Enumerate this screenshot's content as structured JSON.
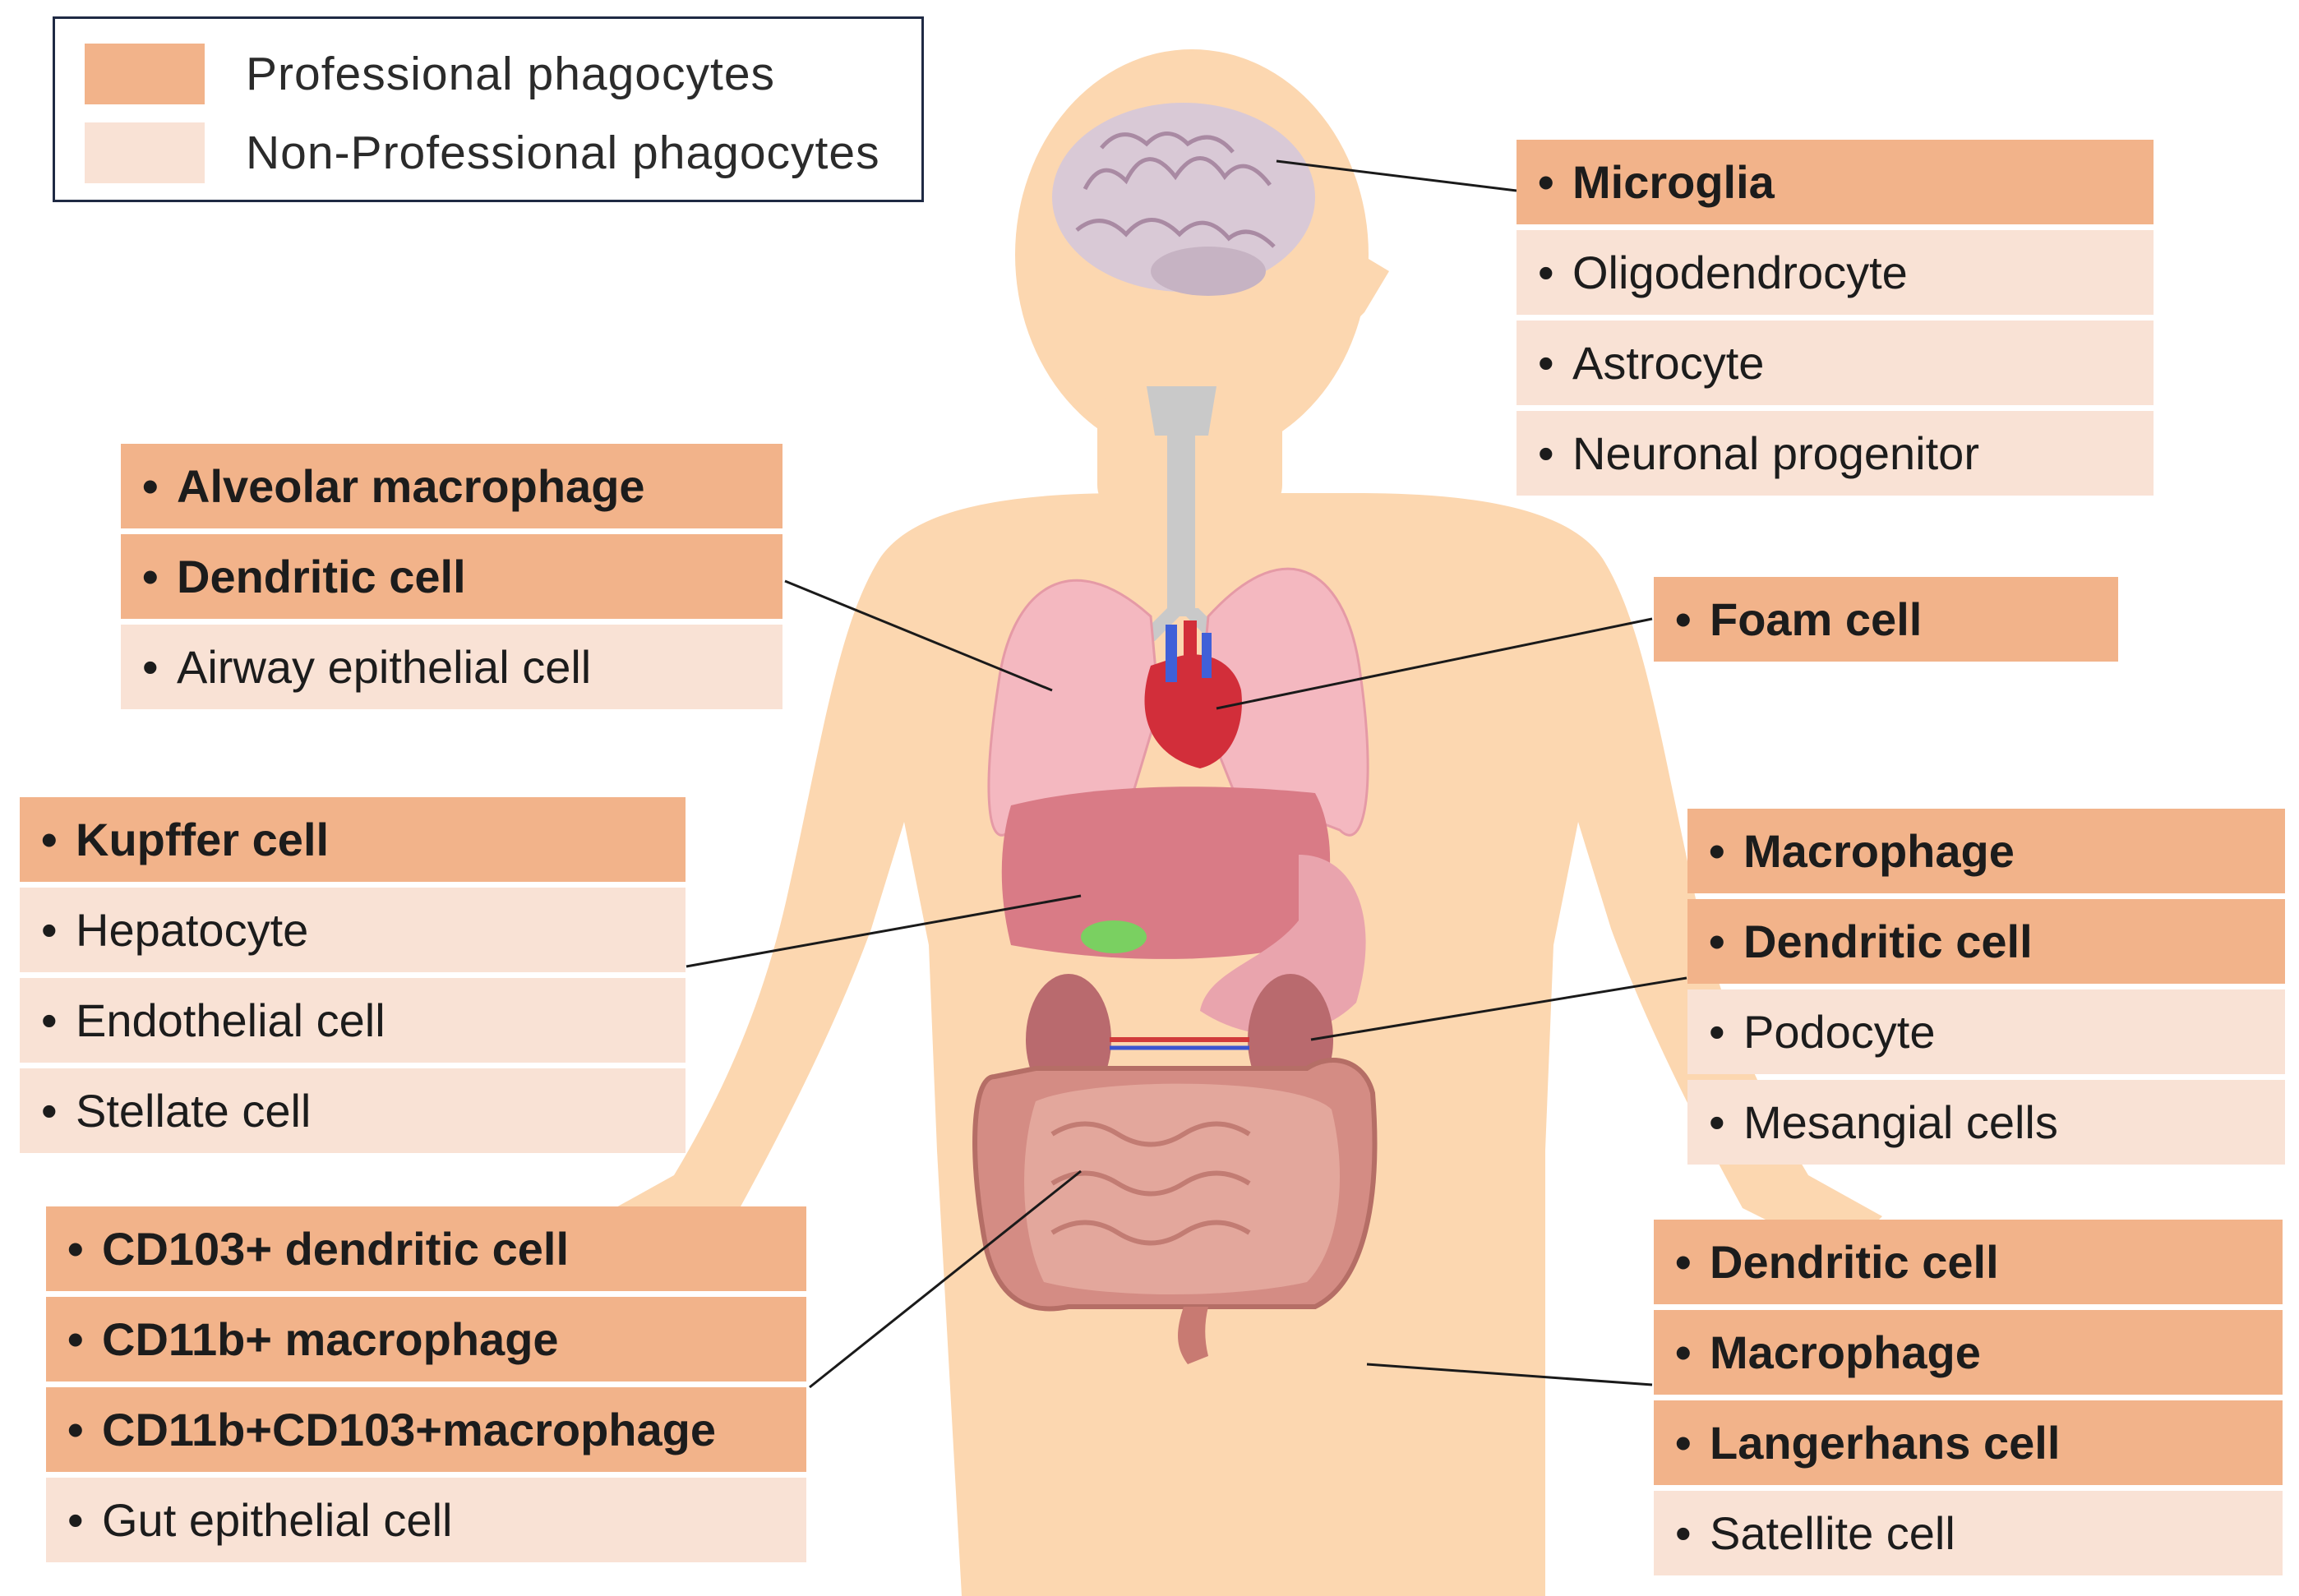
{
  "colors": {
    "professional": "#f2b38a",
    "non_professional": "#f9e2d5",
    "body": "#fcd7b0",
    "line": "#1a1a1a"
  },
  "legend": {
    "professional_label": "Professional phagocytes",
    "non_professional_label": "Non-Professional phagocytes"
  },
  "panels": {
    "brain": [
      {
        "label": "Microglia",
        "type": "professional"
      },
      {
        "label": "Oligodendrocyte",
        "type": "non_professional"
      },
      {
        "label": "Astrocyte",
        "type": "non_professional"
      },
      {
        "label": "Neuronal progenitor",
        "type": "non_professional"
      }
    ],
    "lung": [
      {
        "label": "Alveolar macrophage",
        "type": "professional"
      },
      {
        "label": "Dendritic cell",
        "type": "professional"
      },
      {
        "label": "Airway epithelial cell",
        "type": "non_professional"
      }
    ],
    "heart": [
      {
        "label": "Foam cell",
        "type": "professional"
      }
    ],
    "liver": [
      {
        "label": "Kupffer cell",
        "type": "professional"
      },
      {
        "label": "Hepatocyte",
        "type": "non_professional"
      },
      {
        "label": "Endothelial cell",
        "type": "non_professional"
      },
      {
        "label": "Stellate cell",
        "type": "non_professional"
      }
    ],
    "kidney": [
      {
        "label": "Macrophage",
        "type": "professional"
      },
      {
        "label": "Dendritic cell",
        "type": "professional"
      },
      {
        "label": "Podocyte",
        "type": "non_professional"
      },
      {
        "label": "Mesangial cells",
        "type": "non_professional"
      }
    ],
    "gut": [
      {
        "label": "CD103+ dendritic cell",
        "type": "professional"
      },
      {
        "label": "CD11b+ macrophage",
        "type": "professional"
      },
      {
        "label": "CD11b+CD103+macrophage",
        "type": "professional"
      },
      {
        "label": "Gut epithelial cell",
        "type": "non_professional"
      }
    ],
    "skin": [
      {
        "label": "Dendritic cell",
        "type": "professional"
      },
      {
        "label": "Macrophage",
        "type": "professional"
      },
      {
        "label": "Langerhans cell",
        "type": "professional"
      },
      {
        "label": "Satellite cell",
        "type": "non_professional"
      }
    ]
  }
}
